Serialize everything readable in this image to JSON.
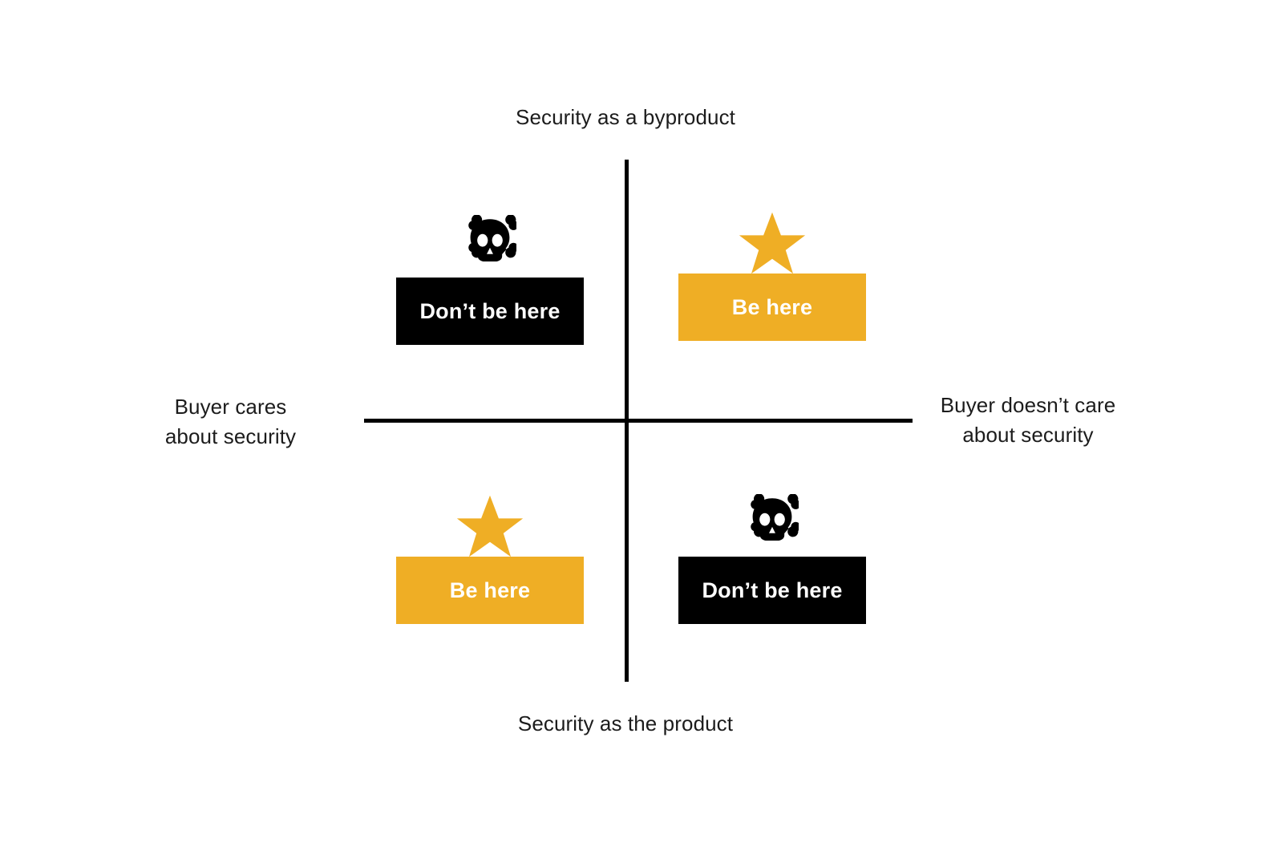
{
  "diagram": {
    "title_visible": false,
    "colors": {
      "amber": "#EFAE25",
      "dark": "#000000",
      "text": "#1c1c1c",
      "background": "#ffffff"
    },
    "axes": {
      "top_label": "Security as a byproduct",
      "bottom_label": "Security as the product",
      "left_label": "Buyer cares\nabout security",
      "right_label": "Buyer doesn’t care\nabout security"
    },
    "quadrants": [
      {
        "position": "top-left",
        "x_axis": "Buyer cares about security",
        "y_axis": "Security as a byproduct",
        "icon": "skull-and-crossbones-icon",
        "icon_color": "#000000",
        "label": "Don’t be here",
        "box_color": "#000000",
        "label_color": "#ffffff",
        "verdict": "avoid"
      },
      {
        "position": "top-right",
        "x_axis": "Buyer doesn’t care about security",
        "y_axis": "Security as a byproduct",
        "icon": "star-icon",
        "icon_color": "#EFAE25",
        "label": "Be here",
        "box_color": "#EFAE25",
        "label_color": "#ffffff",
        "verdict": "preferred"
      },
      {
        "position": "bottom-left",
        "x_axis": "Buyer cares about security",
        "y_axis": "Security as the product",
        "icon": "star-icon",
        "icon_color": "#EFAE25",
        "label": "Be here",
        "box_color": "#EFAE25",
        "label_color": "#ffffff",
        "verdict": "preferred"
      },
      {
        "position": "bottom-right",
        "x_axis": "Buyer doesn’t care about security",
        "y_axis": "Security as the product",
        "icon": "skull-and-crossbones-icon",
        "icon_color": "#000000",
        "label": "Don’t be here",
        "box_color": "#000000",
        "label_color": "#ffffff",
        "verdict": "avoid"
      }
    ]
  }
}
